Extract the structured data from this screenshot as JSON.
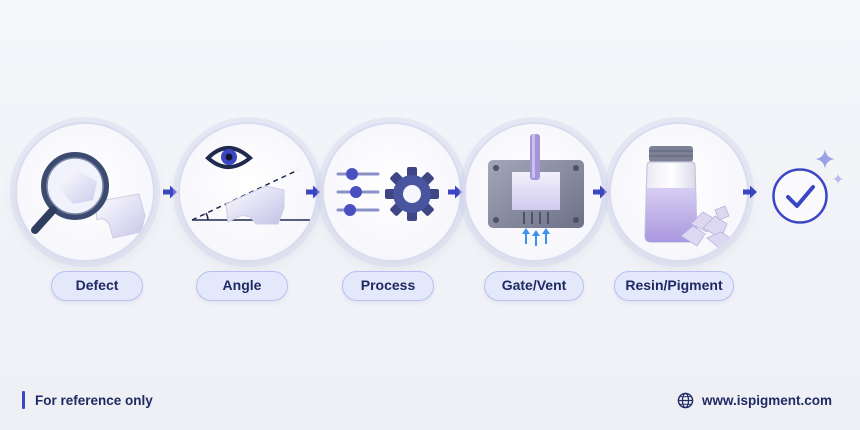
{
  "steps": [
    {
      "label": "Defect",
      "icon": "magnifier-icon"
    },
    {
      "label": "Angle",
      "icon": "eye-angle-icon"
    },
    {
      "label": "Process",
      "icon": "sliders-gear-icon"
    },
    {
      "label": "Gate/Vent",
      "icon": "mold-injection-icon"
    },
    {
      "label": "Resin/Pigment",
      "icon": "pigment-jar-icon"
    }
  ],
  "final_icon": "checkmark-circle-icon",
  "footer": {
    "note": "For reference only",
    "site": "www.ispigment.com"
  },
  "colors": {
    "accent": "#3b46c4",
    "pill_bg": "#e4e8fb",
    "pill_border": "#b9c0ee",
    "text": "#1f2a63"
  }
}
